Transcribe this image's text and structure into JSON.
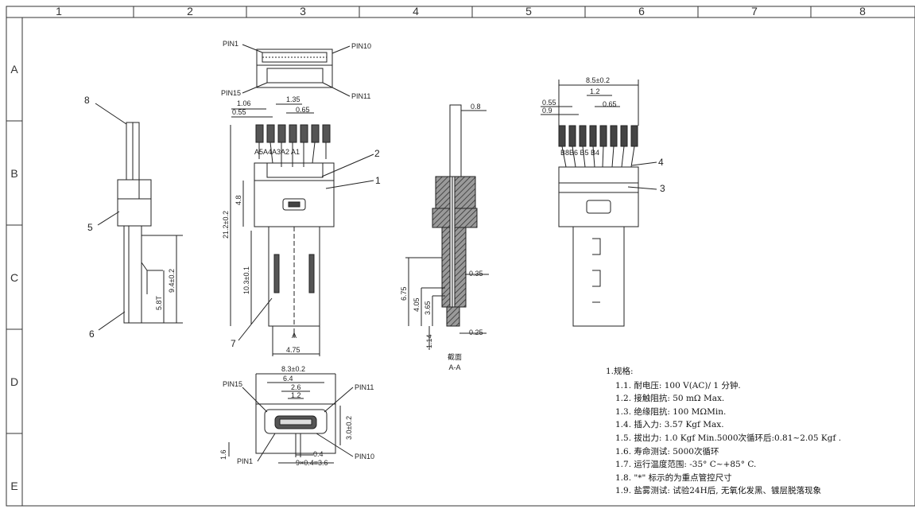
{
  "columns": [
    "1",
    "2",
    "3",
    "4",
    "5",
    "6",
    "7",
    "8"
  ],
  "rows": [
    "A",
    "B",
    "C",
    "D",
    "E"
  ],
  "top_view": {
    "pin_labels": [
      "PIN1",
      "PIN10",
      "PIN15",
      "PIN11"
    ]
  },
  "front_view": {
    "dims": [
      "1.06",
      "1.35",
      "0.55",
      "0.65",
      "4.8",
      "21.2±0.2",
      "10.3±0.1",
      "4.75"
    ],
    "contact_text": "A5A4A3A2 A1",
    "callouts": [
      "2",
      "1",
      "7"
    ],
    "section_mark": "A"
  },
  "side_view": {
    "callouts": [
      "8",
      "5",
      "6"
    ],
    "dims": [
      "9.4±0.2",
      "5.8T"
    ]
  },
  "section_view": {
    "dims": [
      "0.8",
      "0.35",
      "6.75",
      "4.05",
      "3.65",
      "1.14",
      "0.25"
    ],
    "caption_cn": "截面",
    "caption": "A-A"
  },
  "rear_view": {
    "dims": [
      "8.5±0.2",
      "1.2",
      "0.55",
      "0.9",
      "0.65"
    ],
    "contact_text": "B8B6 B5 B4",
    "callouts": [
      "4",
      "3"
    ]
  },
  "bottom_view": {
    "pin_labels": [
      "PIN15",
      "PIN11",
      "PIN1",
      "PIN10"
    ],
    "dims": [
      "8.3±0.2",
      "6.4",
      "2.6",
      "1.2",
      "3.0±0.2",
      "0.4",
      "9×0.4=3.6",
      "1.6"
    ]
  },
  "spec": {
    "title": "1.规格:",
    "items": [
      "1.1. 耐电压: 100 V(AC)/ 1 分钟.",
      "1.2. 接触阻抗: 50 mΩ Max.",
      "1.3. 绝缘阻抗: 100 MΩMin.",
      "1.4. 插入力: 3.57 Kgf Max.",
      "1.5. 拔出力: 1.0 Kgf Min.5000次循环后:0.81~2.05 Kgf .",
      "1.6. 寿命测试: 5000次循环",
      "1.7. 运行温度范围: -35° C~+85° C.",
      "1.8. \"*\" 标示的为重点管控尺寸",
      "1.9. 盐雾测试: 试验24H后, 无氧化发黑、镀层脱落现象"
    ]
  }
}
